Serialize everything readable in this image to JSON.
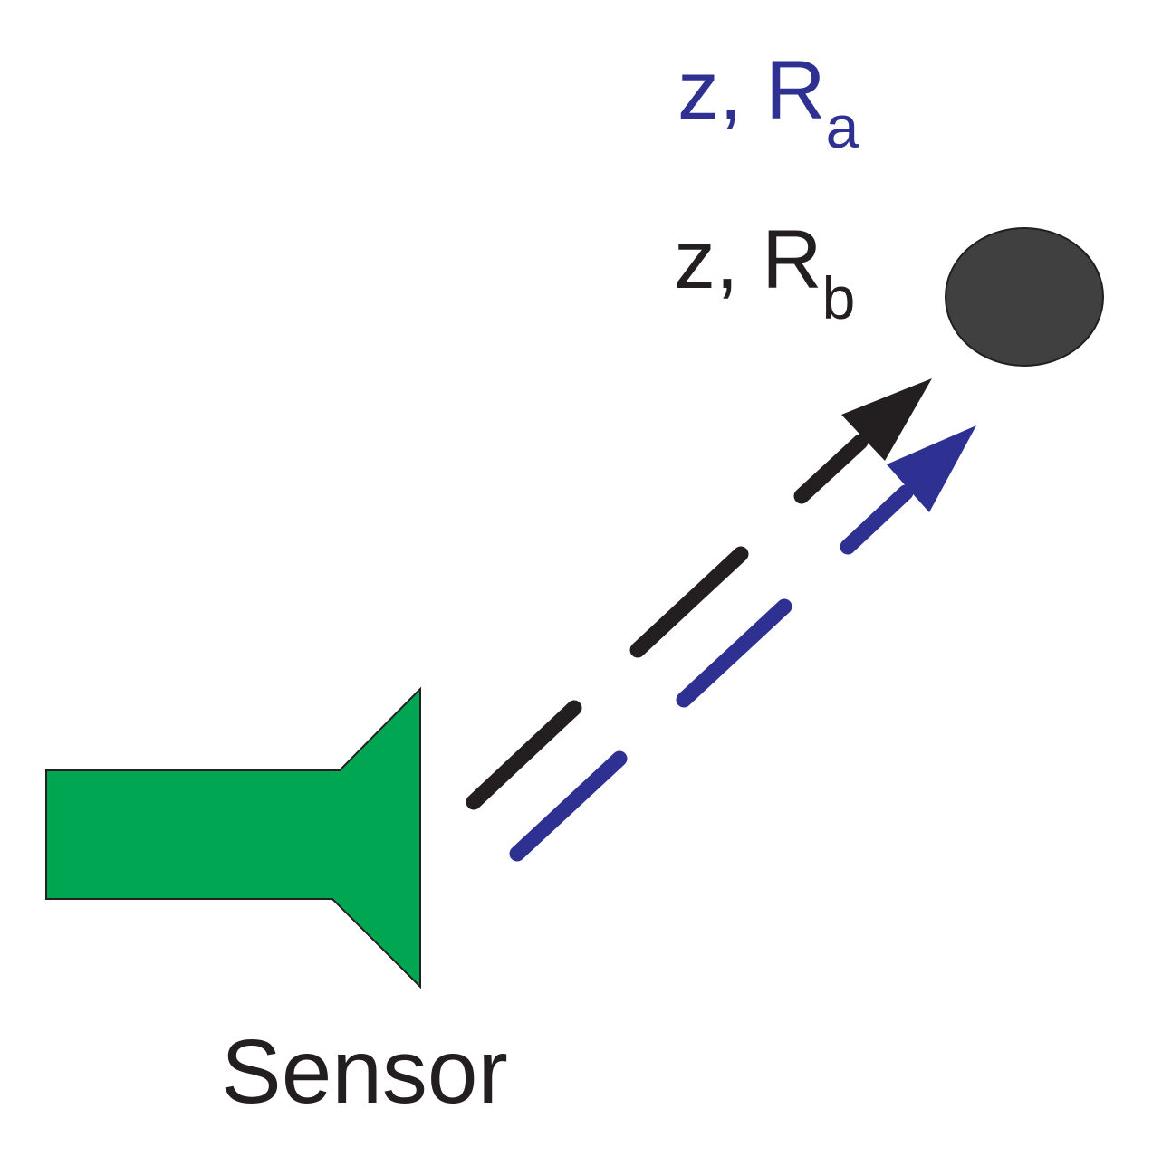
{
  "labels": {
    "sensor": "Sensor",
    "measurement_a": {
      "main": "z, R",
      "subscript": "a"
    },
    "measurement_b": {
      "main": "z, R",
      "subscript": "b"
    }
  },
  "colors": {
    "sensor": "#00a651",
    "path_a": "#2e3192",
    "path_b": "#231f20",
    "target": "#404040",
    "outline": "#231f20",
    "background": "#ffffff"
  }
}
